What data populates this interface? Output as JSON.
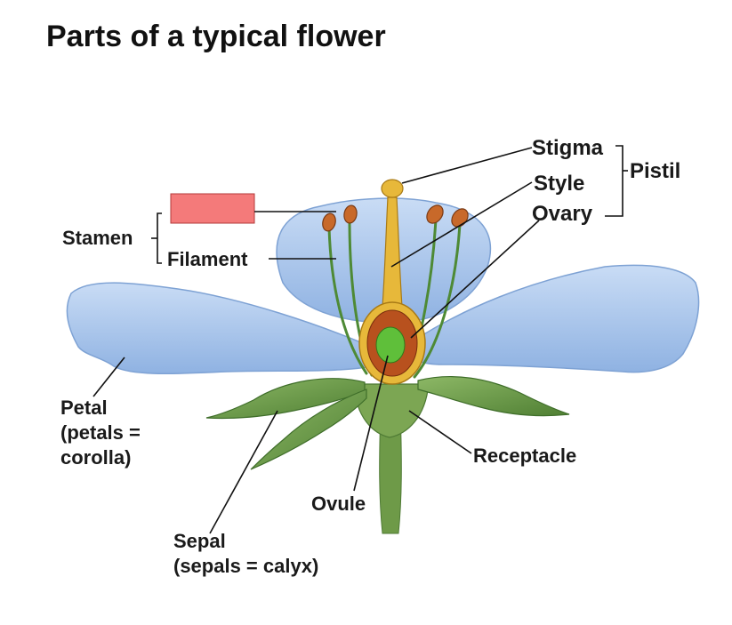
{
  "title": "Parts of a typical flower",
  "labels": {
    "stigma": "Stigma",
    "style": "Style",
    "ovary": "Ovary",
    "pistil": "Pistil",
    "stamen": "Stamen",
    "filament": "Filament",
    "petal": [
      "Petal",
      "(petals =",
      "corolla)"
    ],
    "receptacle": "Receptacle",
    "ovule": "Ovule",
    "sepal": [
      "Sepal",
      "(sepals = calyx)"
    ]
  },
  "hidden_label_box": {
    "color": "#F47A7A",
    "border": "#B33A3A"
  },
  "colors": {
    "petal": "#A9C8EE",
    "petal_dark": "#6E95CC",
    "sepal": "#6F9E4C",
    "sepal_dark": "#3F6E2A",
    "pistil": "#E7B83A",
    "ovary_inner": "#B8511E",
    "ovule": "#5FBF3A",
    "filament": "#4E8A35",
    "anther": "#C8692A"
  }
}
